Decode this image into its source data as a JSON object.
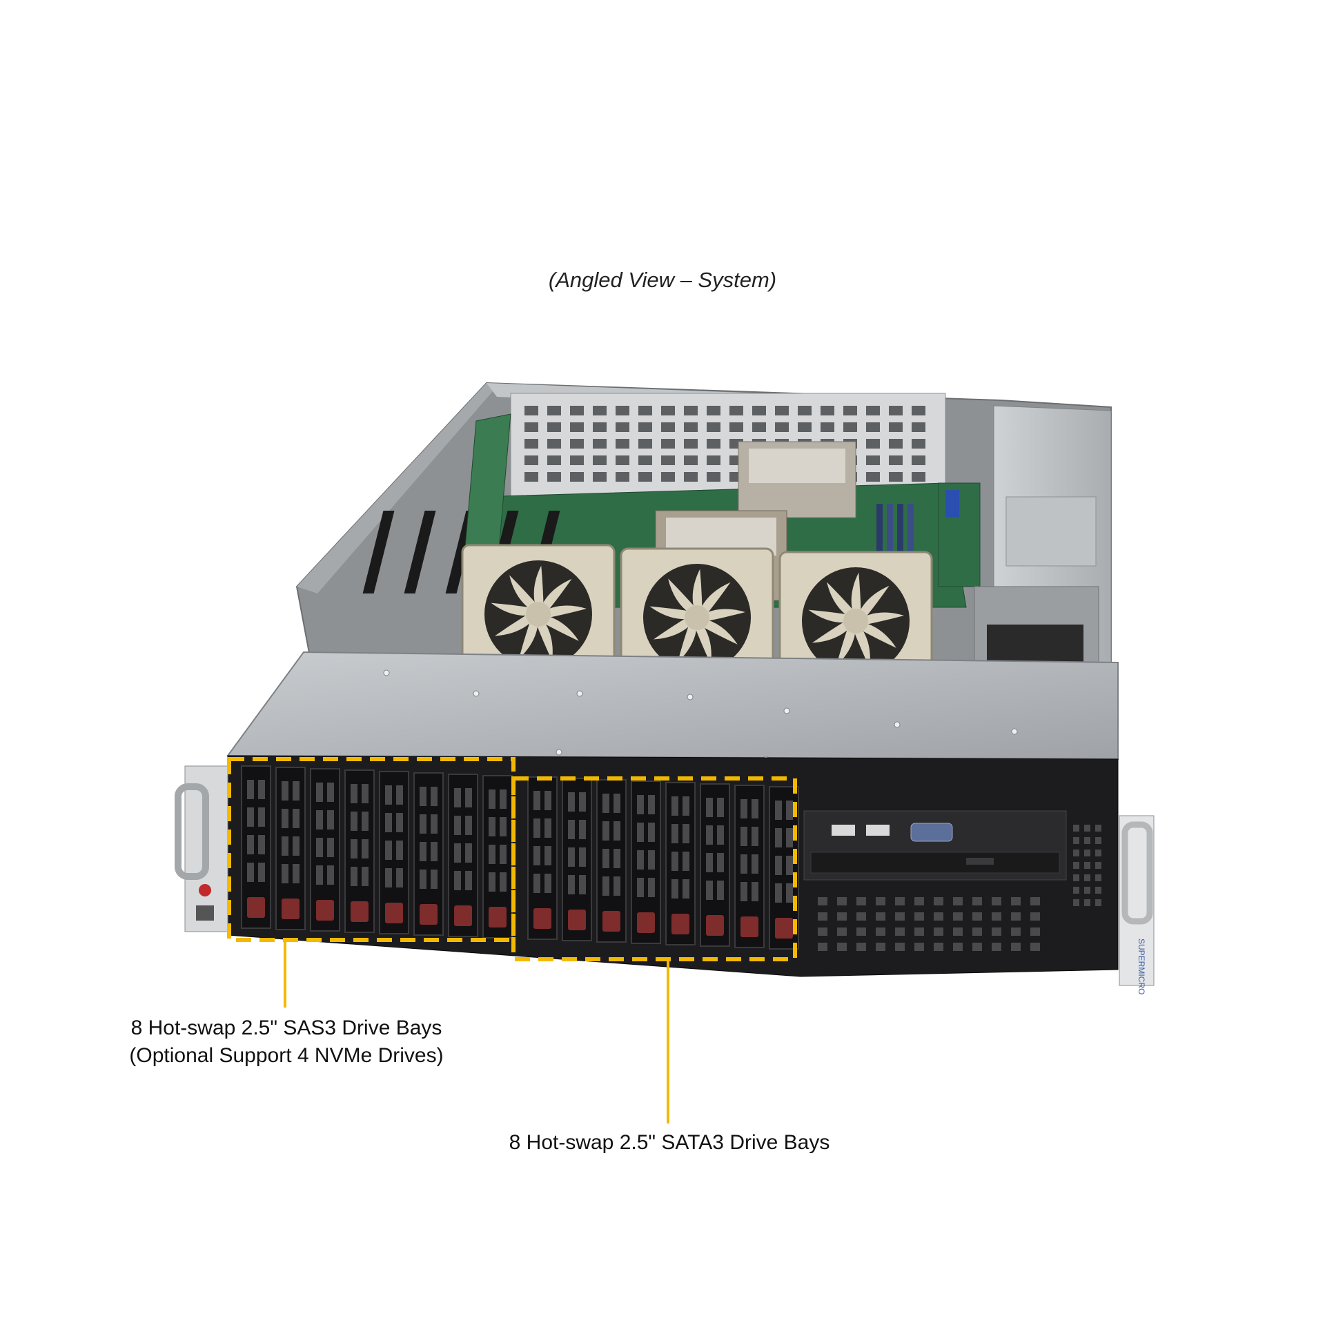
{
  "caption": "(Angled View – System)",
  "brand": "SUPERMICRO",
  "callouts": {
    "sas": {
      "line1": "8 Hot-swap 2.5\" SAS3 Drive Bays",
      "line2": "(Optional Support 4 NVMe Drives)"
    },
    "sata": {
      "line1": "8 Hot-swap 2.5\" SATA3 Drive Bays"
    }
  },
  "colors": {
    "callout": "#f2b900",
    "chassis": "#b9bcbf",
    "bezel": "#1c1c1e",
    "drive_tab": "#7e2c2c",
    "fan": "#d9d2bf",
    "board": "#2f6d47"
  },
  "drive_bay_groups": [
    {
      "name": "SAS3",
      "count": 8
    },
    {
      "name": "SATA3",
      "count": 8
    }
  ]
}
